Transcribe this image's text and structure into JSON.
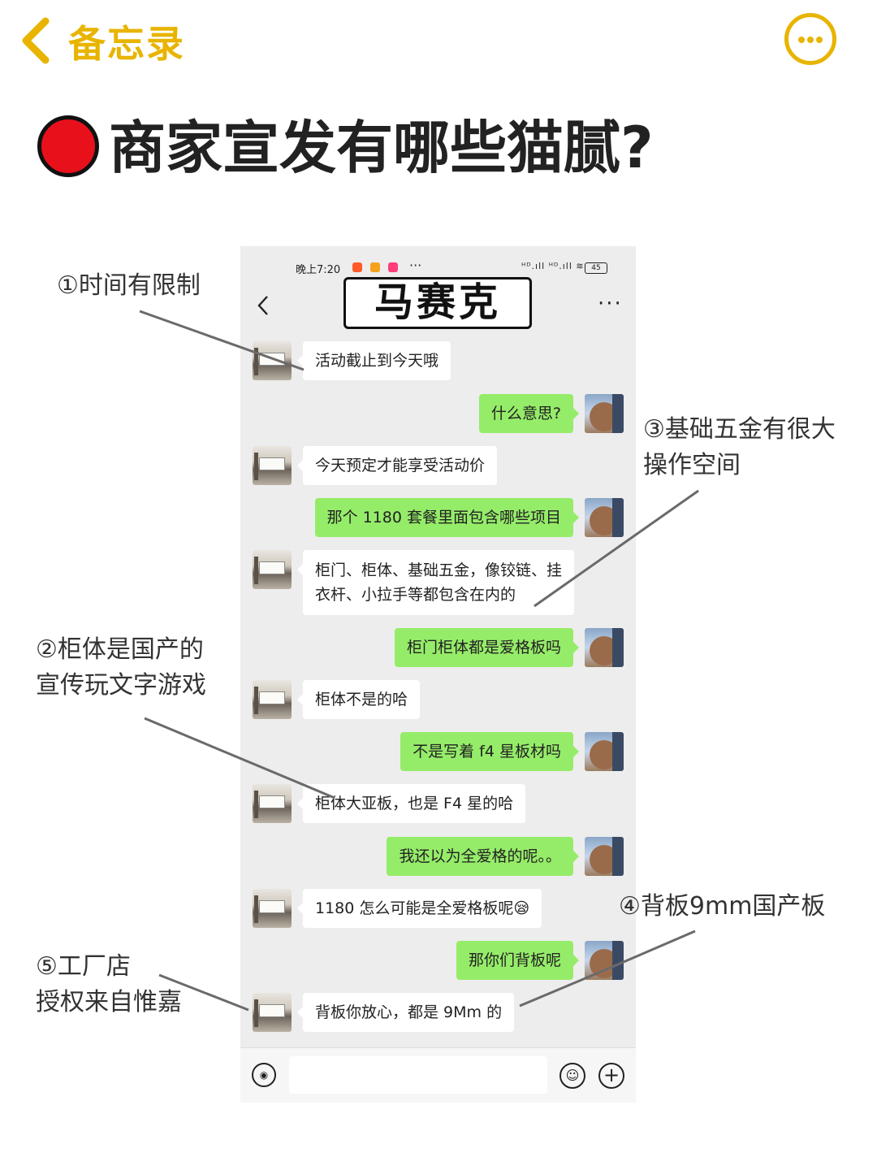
{
  "topbar": {
    "title": "备忘录",
    "accent_color": "#E8B400"
  },
  "heading": {
    "text": "商家宣发有哪些猫腻?"
  },
  "phone": {
    "status": {
      "time": "晚上7:20",
      "signal": "ᴴᴰ.ıll ᴴᴰ.ıll ≋",
      "battery": "45",
      "dots": "···"
    },
    "chat_title": "马赛克",
    "more": "···",
    "messages": [
      {
        "side": "left",
        "text": "活动截止到今天哦"
      },
      {
        "side": "right",
        "text": "什么意思?"
      },
      {
        "side": "left",
        "text": "今天预定才能享受活动价"
      },
      {
        "side": "right",
        "text": "那个 1180 套餐里面包含哪些项目"
      },
      {
        "side": "left",
        "text": "柜门、柜体、基础五金，像铰链、挂衣杆、小拉手等都包含在内的"
      },
      {
        "side": "right",
        "text": "柜门柜体都是爱格板吗"
      },
      {
        "side": "left",
        "text": "柜体不是的哈"
      },
      {
        "side": "right",
        "text": "不是写着 f4 星板材吗"
      },
      {
        "side": "left",
        "text": "柜体大亚板，也是 F4 星的哈"
      },
      {
        "side": "right",
        "text": "我还以为全爱格的呢。。"
      },
      {
        "side": "left",
        "text": "1180 怎么可能是全爱格板呢😪"
      },
      {
        "side": "right",
        "text": "那你们背板呢"
      },
      {
        "side": "left",
        "text": "背板你放心，都是 9Mm 的"
      }
    ]
  },
  "annotations": {
    "a1": "①时间有限制",
    "a2_line1": "②柜体是国产的",
    "a2_line2": "宣传玩文字游戏",
    "a3_line1": "③基础五金有很大",
    "a3_line2": "操作空间",
    "a4": "④背板9mm国产板",
    "a5_line1": "⑤工厂店",
    "a5_line2": "授权来自惟嘉"
  },
  "colors": {
    "bubble_green": "#95EC69",
    "red_dot": "#E8101B",
    "chat_bg": "#ededed"
  }
}
